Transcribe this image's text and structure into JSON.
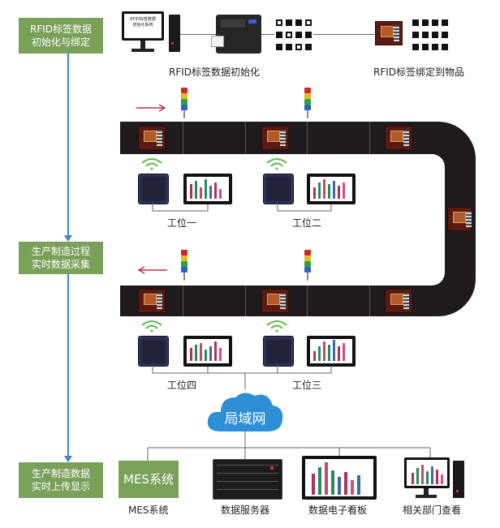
{
  "stages": [
    {
      "line1": "RFID标签数据",
      "line2": "初始化与绑定"
    },
    {
      "line1": "生产制造过程",
      "line2": "实时数据采集"
    },
    {
      "line1": "生产制造数据",
      "line2": "实时上传显示"
    }
  ],
  "init": {
    "screen_line1": "RFID标签数据",
    "screen_line2": "初始化系统",
    "caption_init": "RFID标签数据初始化",
    "caption_bind": "RFID标签绑定到物品"
  },
  "stations": {
    "s1": "工位一",
    "s2": "工位二",
    "s3": "工位三",
    "s4": "工位四"
  },
  "network": {
    "cloud_label": "局域网"
  },
  "bottom": {
    "mes_box": "MES系统",
    "mes": "MES系统",
    "server": "数据服务器",
    "board": "数据电子看板",
    "dept": "相关部门查看"
  },
  "colors": {
    "stage_green": "#7aa15a",
    "cloud_blue": "#2e8fd6",
    "belt": "#1e1a1e",
    "arrow": "#c0304a"
  }
}
